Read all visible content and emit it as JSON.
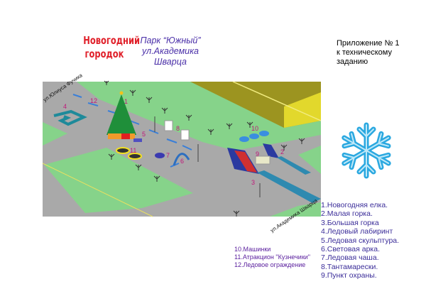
{
  "header": {
    "title_line1": "Новогодний",
    "title_line2": "городок",
    "park_line1": "Парк “Южный”",
    "park_line2": "ул.Академика",
    "park_line3": "Шварца",
    "appendix_line1": "Приложение № 1",
    "appendix_line2": "к техническому",
    "appendix_line3": "заданию"
  },
  "map": {
    "street_top": "ул.Юлиуса Фучика",
    "street_bottom": "ул.Академика Шварца",
    "markers": [
      "1",
      "2",
      "3",
      "4",
      "5",
      "6",
      "7",
      "8",
      "9",
      "10",
      "11",
      "12"
    ],
    "colors": {
      "road": "#a9a9a9",
      "grass": "#86d38a",
      "building": "#d8d028",
      "tree": "#1f8f3a"
    }
  },
  "legend": {
    "items": [
      "1.Новогодняя елка.",
      "2.Малая горка.",
      "3.Большая горка",
      "4.Ледовый лабиринт",
      "5.Ледовая скульптура.",
      "6.Световая арка.",
      "7.Ледовая чаша.",
      "8.Тантамарески.",
      "9.Пункт охраны."
    ],
    "extra": [
      "10.Машинки",
      "11.Атракцион \"Кузнечики\"",
      "12.Ледовое ограждение"
    ]
  },
  "decor": {
    "snowflake_icon": "snowflake-icon",
    "snowflake_color": "#2aa8e0"
  }
}
